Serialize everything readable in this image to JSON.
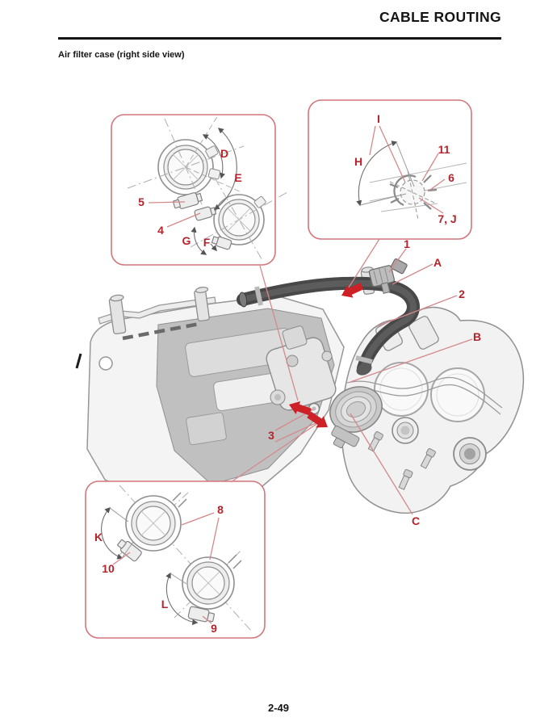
{
  "page": {
    "title": "CABLE ROUTING",
    "subtitle": "Air filter case (right side view)",
    "page_number": "2-49"
  },
  "colors": {
    "label_red": "#b5242b",
    "leader_line_red": "#d4898b",
    "detail_box_border_red": "#d4767c",
    "routing_arrow_red": "#ce2027",
    "drawing_line_gray": "#8f8f8f",
    "hose_dark_gray": "#484848"
  },
  "labels": {
    "top_left_box": [
      "D",
      "E",
      "5",
      "4",
      "G",
      "F"
    ],
    "top_right_box": [
      "I",
      "H",
      "11",
      "6",
      "7, J"
    ],
    "main": [
      "1",
      "A",
      "2",
      "B",
      "3",
      "C"
    ],
    "bottom_box": [
      "K",
      "10",
      "8",
      "L",
      "9"
    ]
  }
}
